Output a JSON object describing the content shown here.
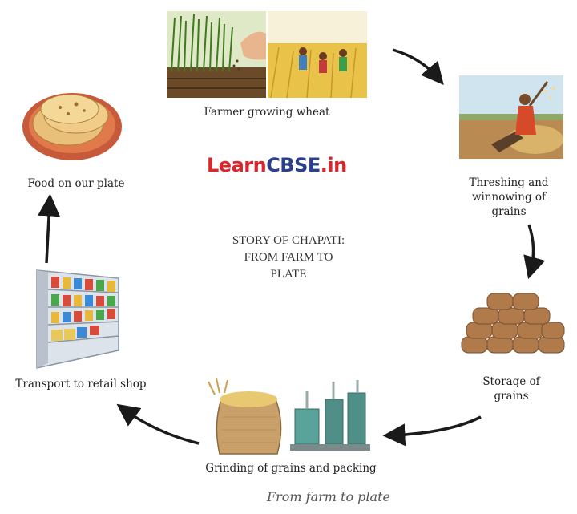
{
  "logo": {
    "part1": "Learn",
    "part2": "CBSE",
    "part3": ".in"
  },
  "center_title": {
    "line1": "STORY OF CHAPATI:",
    "line2": "FROM FARM TO",
    "line3": "PLATE"
  },
  "steps": [
    {
      "label_lines": [
        "Farmer growing wheat"
      ],
      "icon": "wheat-field-icon"
    },
    {
      "label_lines": [
        "Threshing and",
        "winnowing of",
        "grains"
      ],
      "icon": "threshing-icon"
    },
    {
      "label_lines": [
        "Storage of",
        "grains"
      ],
      "icon": "grain-sacks-icon"
    },
    {
      "label_lines": [
        "Grinding of grains and packing"
      ],
      "icon": "flour-mill-icon"
    },
    {
      "label_lines": [
        "Transport to retail shop"
      ],
      "icon": "retail-shelf-icon"
    },
    {
      "label_lines": [
        "Food on our plate"
      ],
      "icon": "chapati-plate-icon"
    }
  ],
  "footer_caption": "From farm to plate",
  "colors": {
    "arrow": "#1a1a1a",
    "logo_red": "#d8262b",
    "logo_blue": "#2b3f8f"
  }
}
